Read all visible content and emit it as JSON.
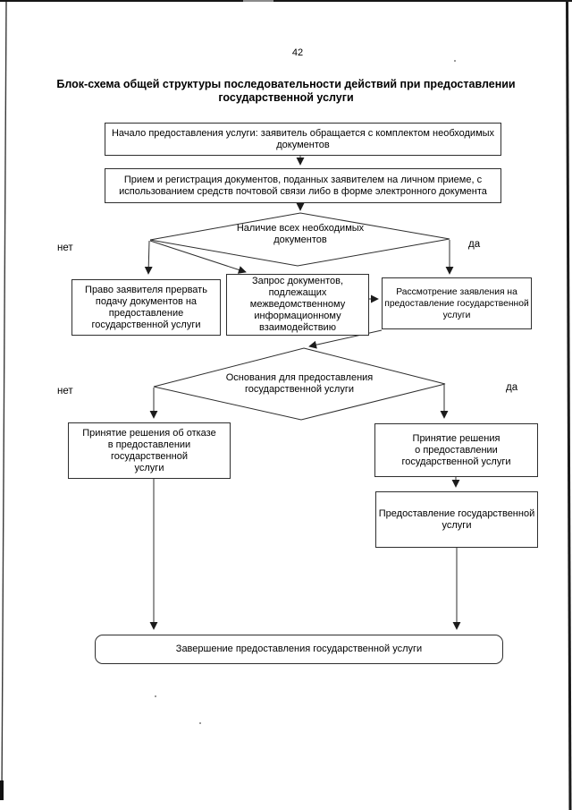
{
  "page": {
    "number": "42",
    "title": "Блок-схема общей структуры последовательности действий при предоставлении\nгосударственной услуги"
  },
  "flowchart": {
    "nodes": {
      "start": {
        "label": "Начало предоставления услуги: заявитель обращается с комплектом необходимых\nдокументов"
      },
      "reception": {
        "label": "Прием и регистрация документов, поданных заявителем на личном приеме, с\nиспользованием средств почтовой связи либо в форме электронного документа"
      },
      "decision_documents": {
        "label": "Наличие всех необходимых\nдокументов"
      },
      "right_to_interrupt": {
        "label": "Право заявителя прервать\nподачу документов на\nпредоставление\nгосударственной услуги"
      },
      "request_documents": {
        "label": "Запрос документов,\nподлежащих\nмежведомственному\nинформационному\nвзаимодействию"
      },
      "review_application": {
        "label": "Рассмотрение заявления на\nпредоставление государственной\nуслуги"
      },
      "decision_grounds": {
        "label": "Основания для предоставления\nгосударственной услуги"
      },
      "refusal_decision": {
        "label": "Принятие решения об отказе\nв предоставлении\nгосударственной\nуслуги"
      },
      "approval_decision": {
        "label": "Принятие решения\nо предоставлении\nгосударственной услуги"
      },
      "service_provision": {
        "label": "Предоставление государственной\nуслуги"
      },
      "end": {
        "label": "Завершение предоставления государственной услуги"
      }
    },
    "branch_labels": {
      "no_1": "нет",
      "yes_1": "да",
      "no_2": "нет",
      "yes_2": "да"
    }
  },
  "colors": {
    "ink": "#1c1c1c",
    "background": "#ffffff"
  }
}
